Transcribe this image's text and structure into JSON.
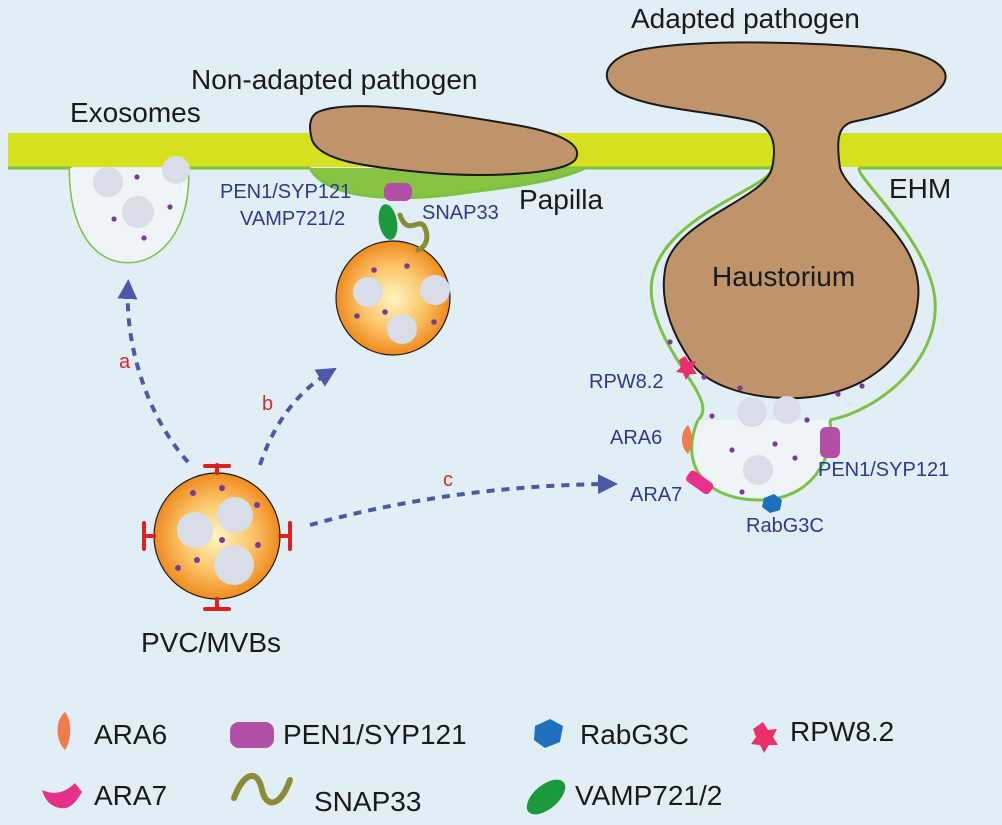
{
  "titles": {
    "non_adapted": "Non-adapted pathogen",
    "adapted": "Adapted pathogen",
    "exosomes": "Exosomes",
    "papilla": "Papilla",
    "ehm": "EHM",
    "haustorium": "Haustorium",
    "pvc": "PVC/MVBs"
  },
  "labels": {
    "pen1_top": "PEN1/SYP121",
    "vamp_top": "VAMP721/2",
    "snap33_top": "SNAP33",
    "rpw8": "RPW8.2",
    "ara6": "ARA6",
    "ara7": "ARA7",
    "rabg3c": "RabG3C",
    "pen1_right": "PEN1/SYP121"
  },
  "pathways": {
    "a": "a",
    "b": "b",
    "c": "c"
  },
  "legend": [
    {
      "id": "ara6",
      "label": "ARA6",
      "icon": "ara6-icon",
      "color": "#f07c4a"
    },
    {
      "id": "pen1",
      "label": "PEN1/SYP121",
      "icon": "pen1-icon",
      "color": "#b150a6"
    },
    {
      "id": "rabg3c",
      "label": "RabG3C",
      "icon": "rabg3c-icon",
      "color": "#1f6fbf"
    },
    {
      "id": "rpw8",
      "label": "RPW8.2",
      "icon": "rpw8-icon",
      "color": "#e8306a"
    },
    {
      "id": "ara7",
      "label": "ARA7",
      "icon": "ara7-icon",
      "color": "#e8308a"
    },
    {
      "id": "snap33",
      "label": "SNAP33",
      "icon": "snap33-icon",
      "color": "#8b8a35"
    },
    {
      "id": "vamp",
      "label": "VAMP721/2",
      "icon": "vamp-icon",
      "color": "#1a9a3c"
    }
  ],
  "colors": {
    "background": "#e2eef6",
    "cell_wall": "#d5e01e",
    "membrane": "#7cc242",
    "papilla": "#86c441",
    "pathogen": "#bf946a",
    "vesicle_orange": "#f39a2d",
    "arrow": "#4a5aa8",
    "marker_red": "#e02020",
    "cargo_dot": "#7a3b96"
  }
}
